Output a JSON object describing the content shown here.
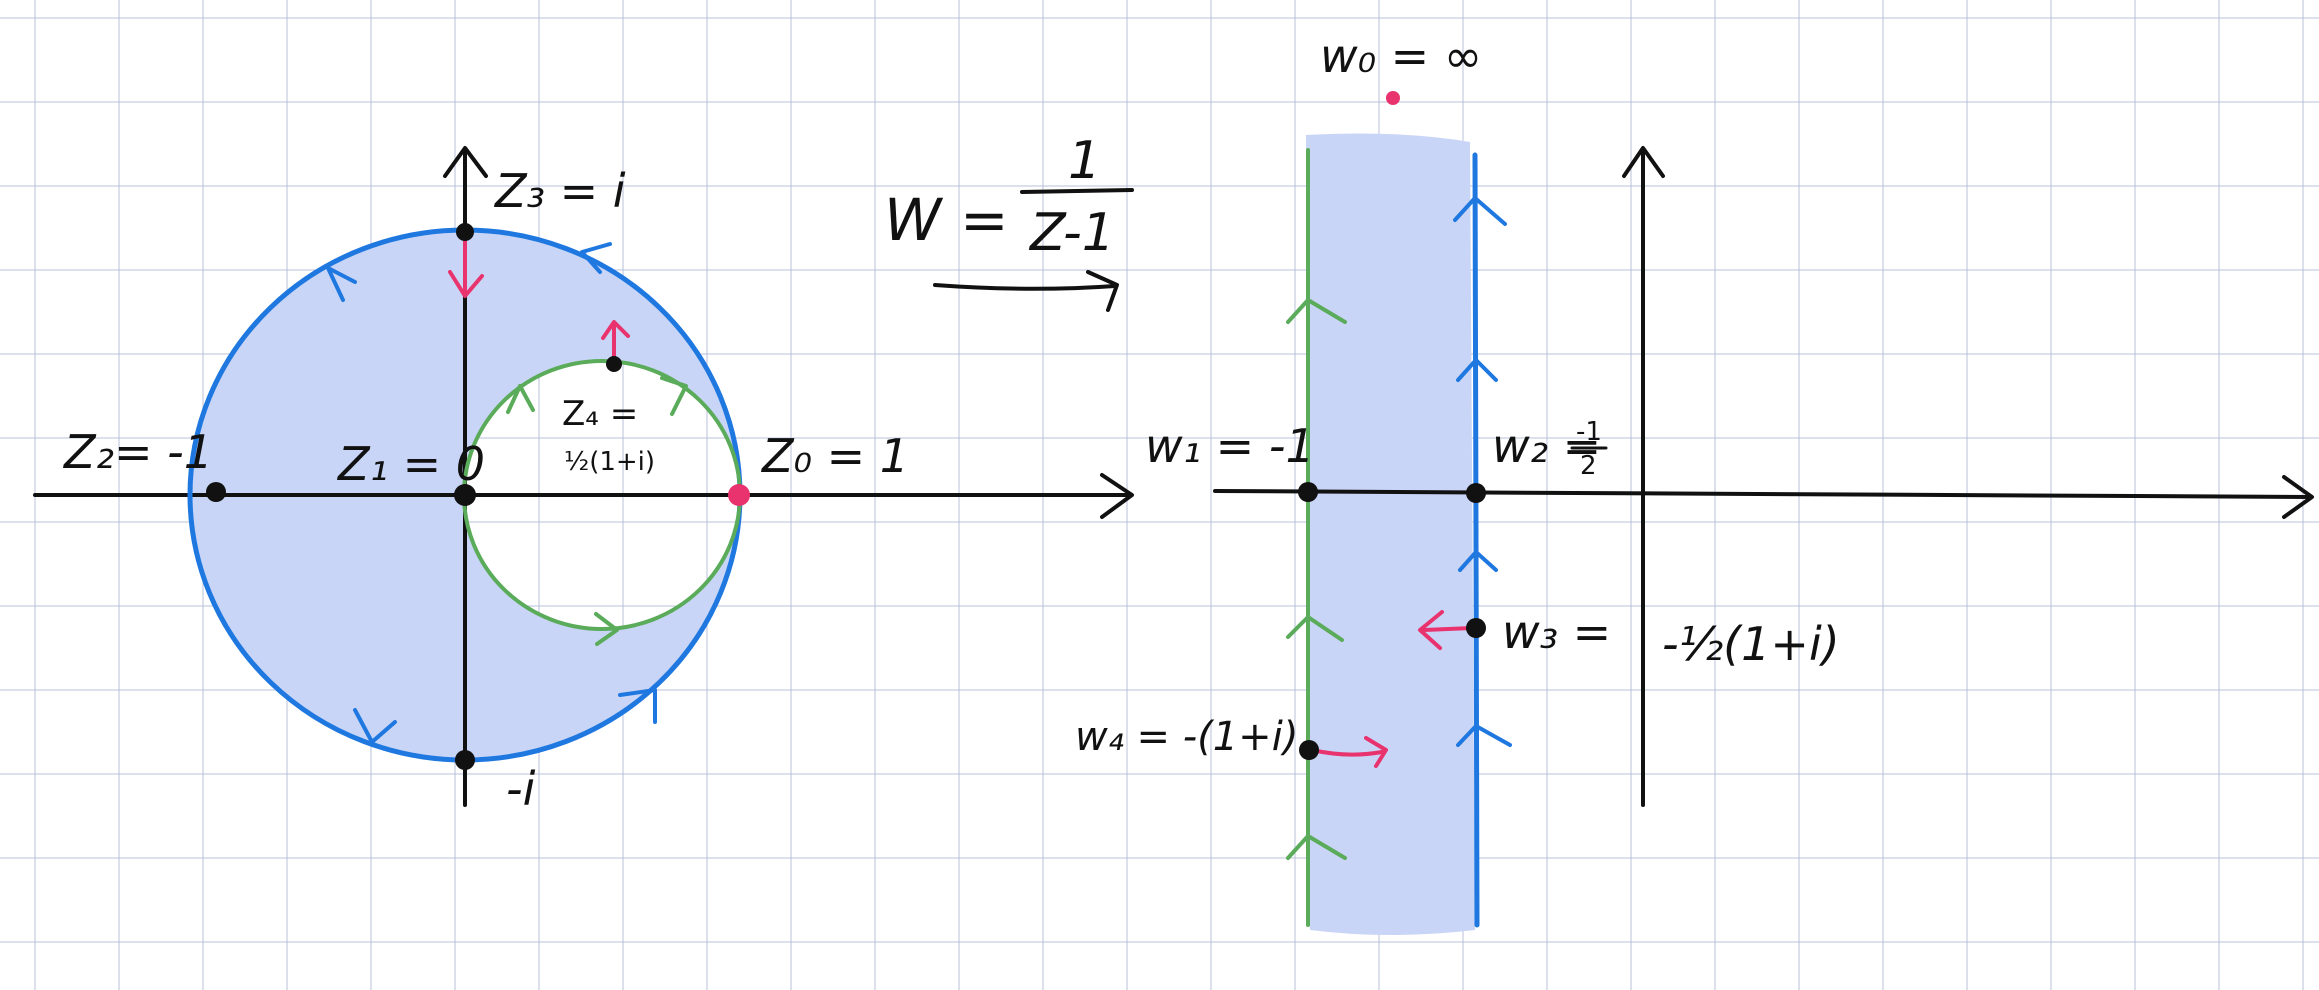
{
  "colors": {
    "grid": "#b9c1db",
    "axes": "#111111",
    "fill": "#c9d5f7",
    "blue": "#1f78e0",
    "green": "#5aab5a",
    "pink": "#e8336e",
    "point": "#111111"
  },
  "mapping": {
    "w": "W",
    "equals": "=",
    "numerator": "1",
    "denominator": "Z-1"
  },
  "z_plane": {
    "z3": "Z₃ = i",
    "z2": "Z₂= -1",
    "z1": "Z₁ = 0",
    "z4": "Z₄ =",
    "z4_val": "½(1+i)",
    "z0": "Z₀ = 1",
    "neg_i": "-i"
  },
  "w_plane": {
    "w0": "w₀ = ∞",
    "w1": "w₁ = -1",
    "w2_pre": "w₂ =",
    "w2_num": "-1",
    "w2_den": "2",
    "w3": "w₃ =",
    "w3_val": "-½(1+i)",
    "w4": "w₄ = -(1+i)"
  }
}
